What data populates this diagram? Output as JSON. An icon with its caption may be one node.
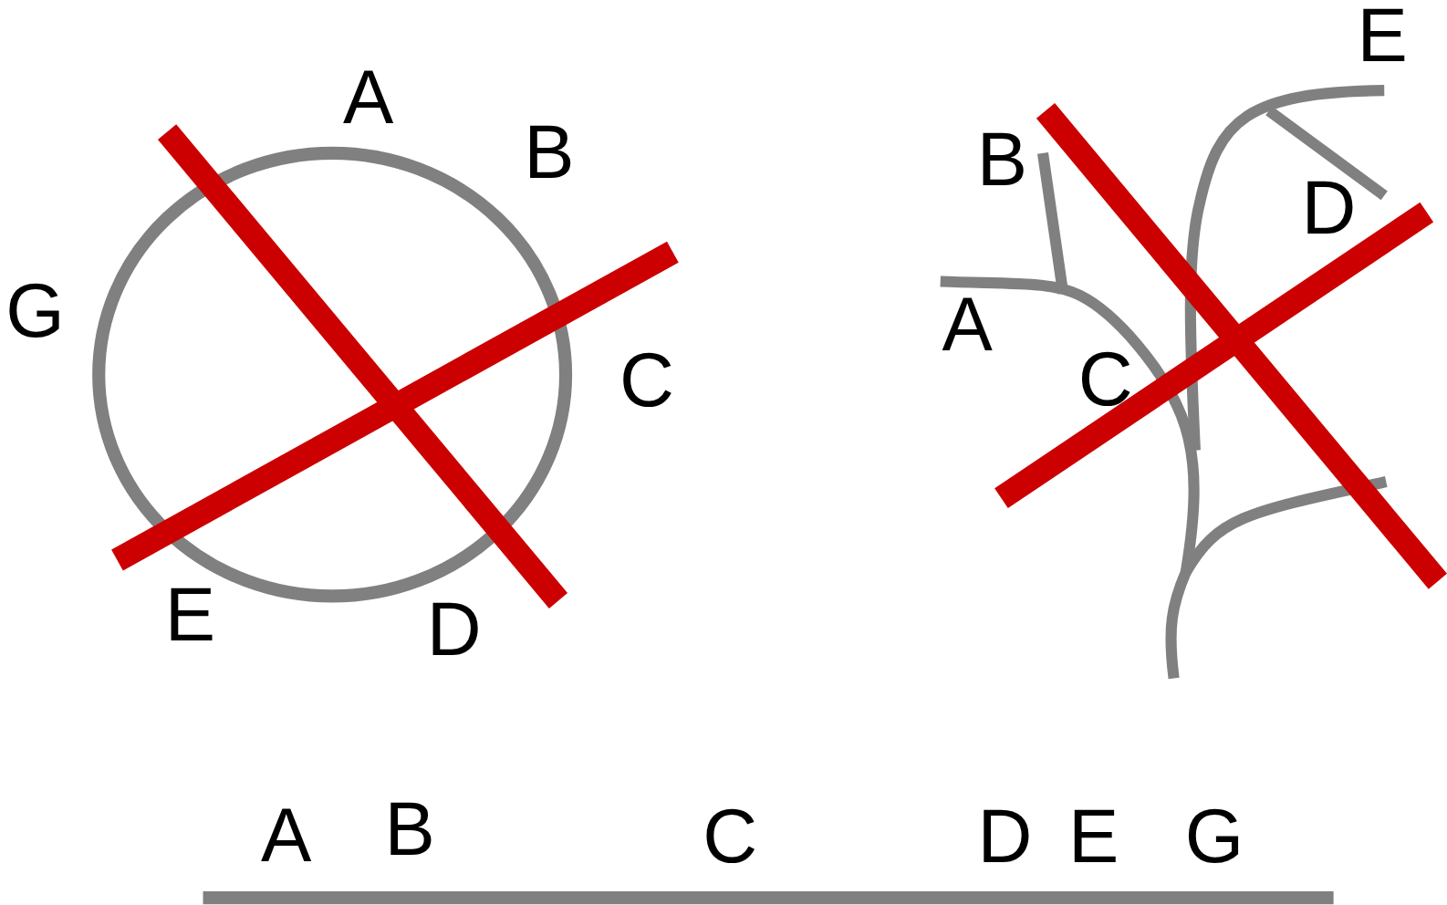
{
  "diagram": {
    "labels": [
      "A",
      "B",
      "G",
      "C",
      "E",
      "D",
      "E",
      "B",
      "D",
      "A",
      "C",
      "A",
      "B",
      "C",
      "D",
      "E",
      "G"
    ]
  }
}
